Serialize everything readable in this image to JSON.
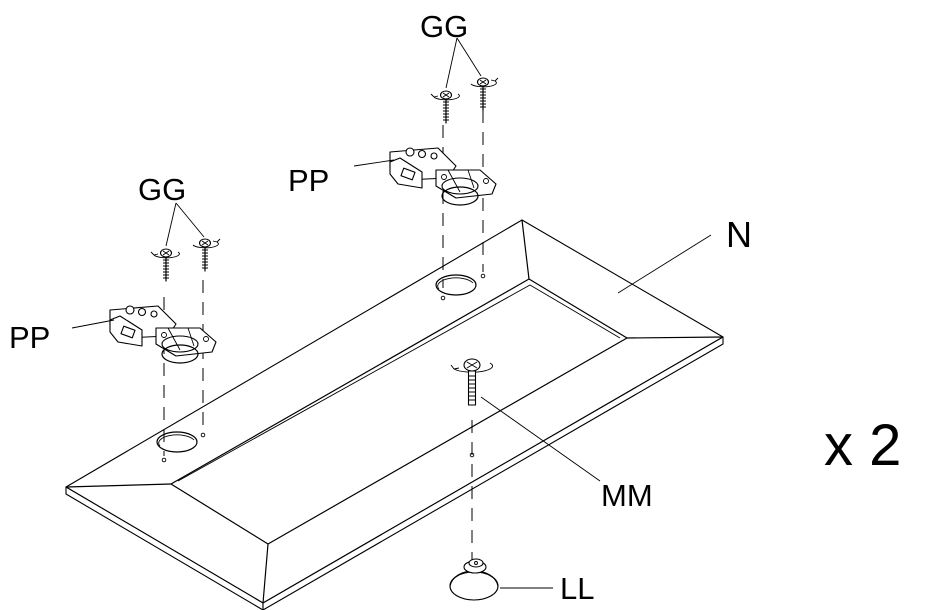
{
  "labels": {
    "screw_top": "GG",
    "screw_left": "GG",
    "hinge_top": "PP",
    "hinge_left": "PP",
    "panel": "N",
    "screw_knob": "MM",
    "knob": "LL",
    "quantity": "x 2"
  }
}
